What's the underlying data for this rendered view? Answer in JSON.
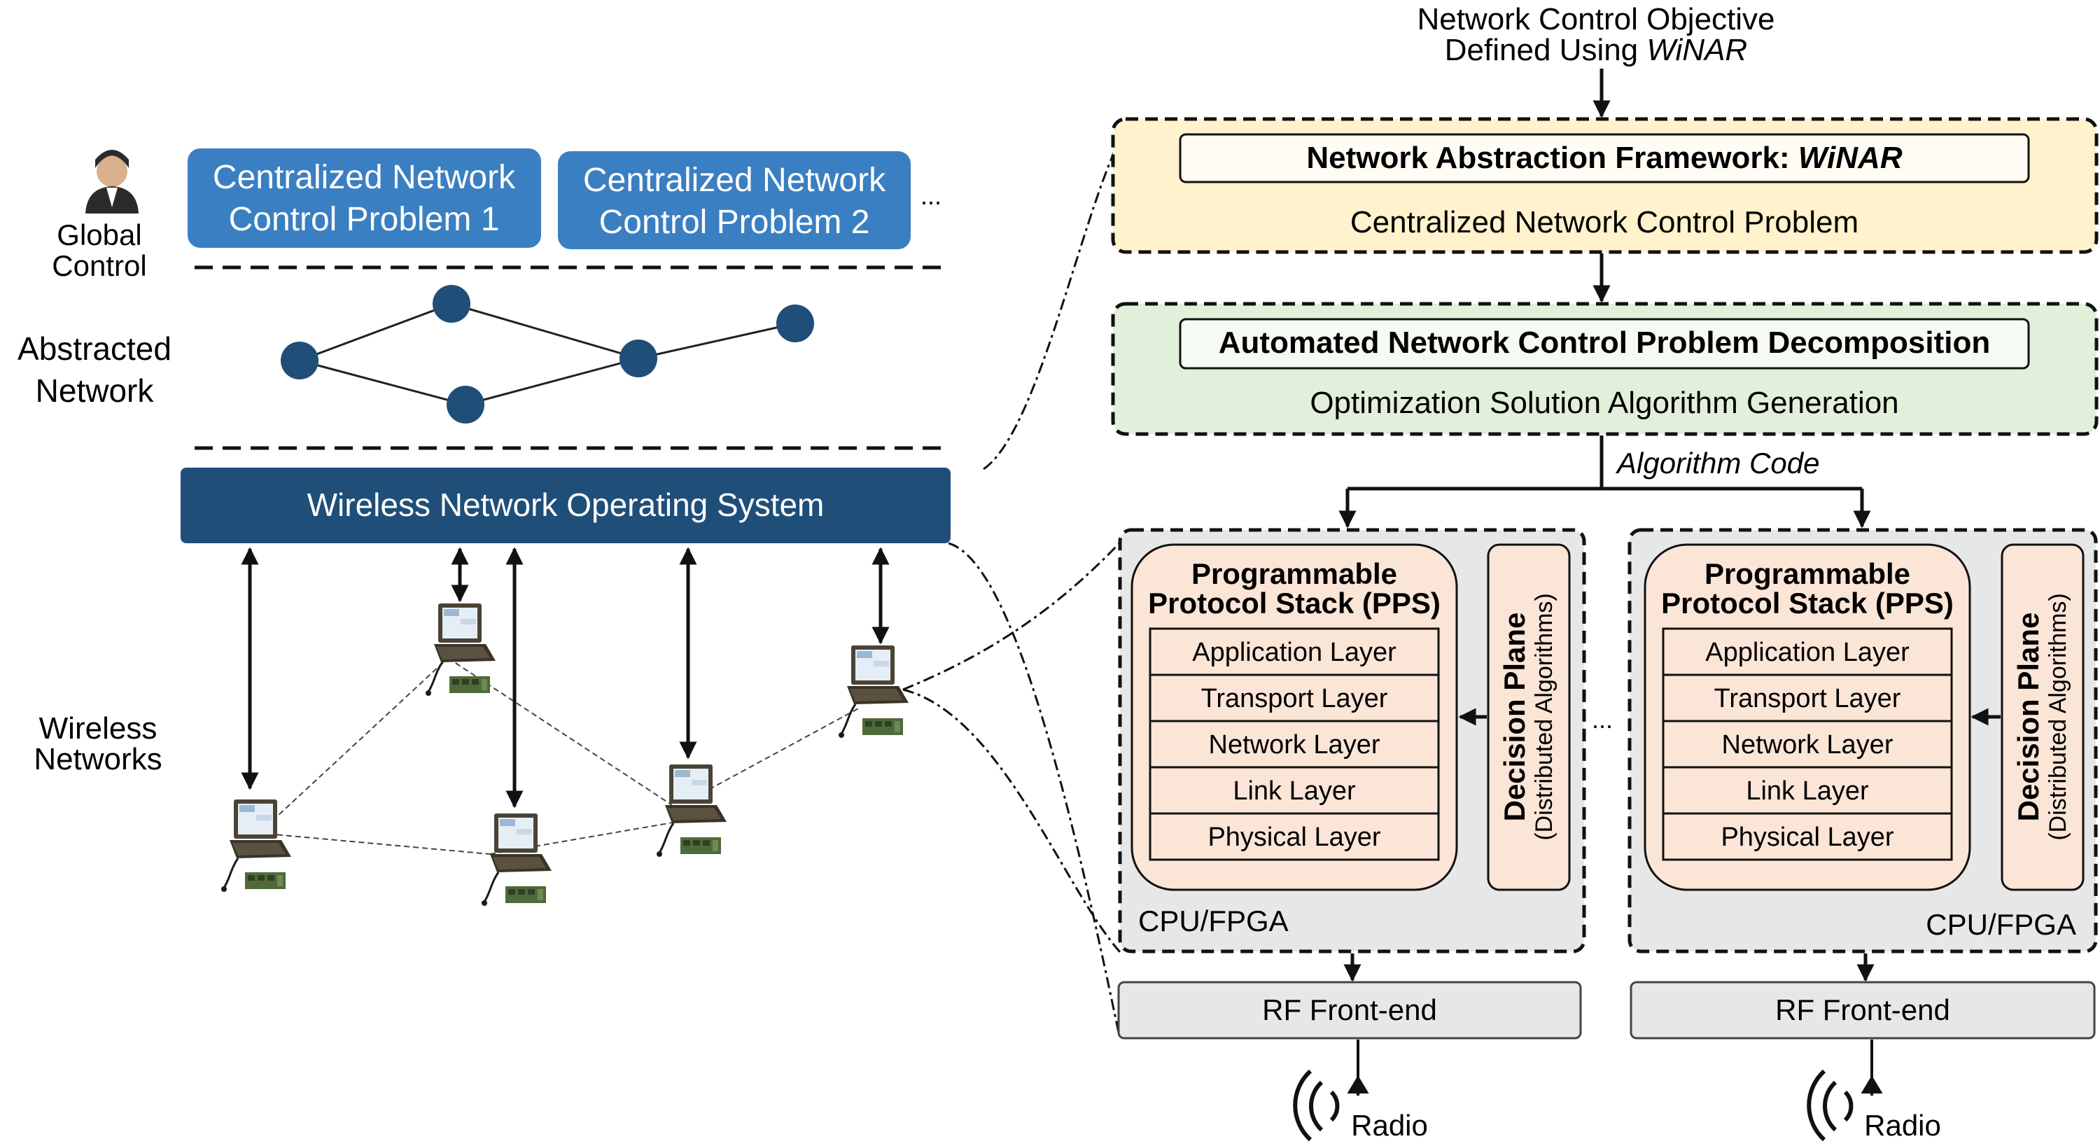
{
  "top_input": {
    "line1": "Network Control Objective",
    "line2_prefix": "Defined Using ",
    "line2_italic": "WiNAR"
  },
  "left": {
    "global_control": {
      "line1": "Global",
      "line2": "Control"
    },
    "problem_boxes": [
      {
        "line1": "Centralized Network",
        "line2": "Control Problem 1"
      },
      {
        "line1": "Centralized Network",
        "line2": "Control Problem 2"
      }
    ],
    "problems_ellipsis": "...",
    "abstracted_network": {
      "line1": "Abstracted",
      "line2": "Network"
    },
    "os_bar": "Wireless Network Operating System",
    "wireless_networks": {
      "line1": "Wireless",
      "line2": "Networks"
    }
  },
  "framework": {
    "title_prefix": "Network Abstraction Framework: ",
    "title_italic": "WiNAR",
    "subtitle": "Centralized Network Control Problem"
  },
  "decomposition": {
    "title": "Automated Network Control Problem Decomposition",
    "subtitle": "Optimization Solution Algorithm Generation"
  },
  "algorithm_code": "Algorithm Code",
  "nodes": [
    {
      "pps_title_line1": "Programmable",
      "pps_title_line2": "Protocol Stack (PPS)",
      "layers": [
        "Application Layer",
        "Transport Layer",
        "Network Layer",
        "Link Layer",
        "Physical Layer"
      ],
      "decision_title": "Decision Plane",
      "decision_sub": "(Distributed Algorithms)",
      "hw_label": "CPU/FPGA",
      "rf_label": "RF Front-end",
      "radio_label": "Radio"
    },
    {
      "pps_title_line1": "Programmable",
      "pps_title_line2": "Protocol Stack (PPS)",
      "layers": [
        "Application Layer",
        "Transport Layer",
        "Network Layer",
        "Link Layer",
        "Physical Layer"
      ],
      "decision_title": "Decision Plane",
      "decision_sub": "(Distributed Algorithms)",
      "hw_label": "CPU/FPGA",
      "rf_label": "RF Front-end",
      "radio_label": "Radio"
    }
  ],
  "nodes_ellipsis": "...",
  "colors": {
    "problem_box": "#3a7fc1",
    "os_bar": "#1f4e79",
    "graph_node": "#1f4e79",
    "framework_fill": "#fff2cc",
    "decomp_fill": "#e2efda",
    "hw_fill": "#e7e7e7",
    "pps_fill": "#fbe5d6",
    "rf_fill": "#e7e7e7"
  }
}
